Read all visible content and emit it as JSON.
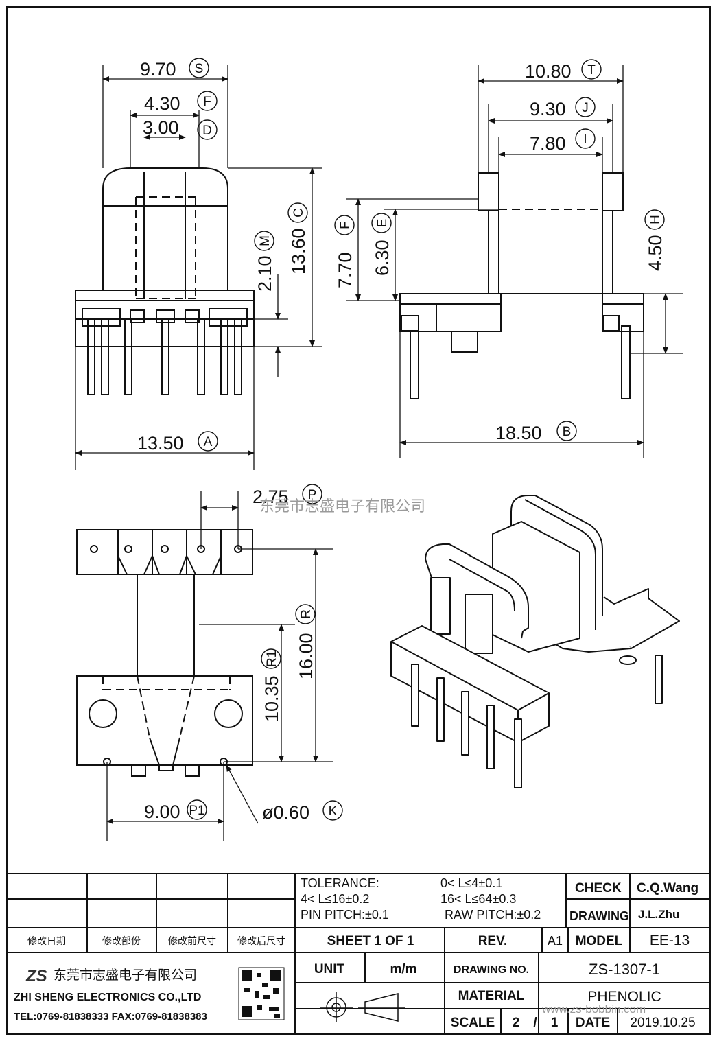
{
  "watermark": "东莞市志盛电子有限公司",
  "watermark_url": "www.zs-bobbin.com",
  "views": {
    "front": {
      "dims": {
        "s": "9.70",
        "s_tag": "S",
        "f": "4.30",
        "f_tag": "F",
        "d": "3.00",
        "d_tag": "D",
        "c": "13.60",
        "c_tag": "C",
        "m": "2.10",
        "m_tag": "M",
        "a": "13.50",
        "a_tag": "A"
      }
    },
    "side": {
      "dims": {
        "t": "10.80",
        "t_tag": "T",
        "j": "9.30",
        "j_tag": "J",
        "i": "7.80",
        "i_tag": "I",
        "f": "7.70",
        "f_tag": "F",
        "e": "6.30",
        "e_tag": "E",
        "h": "4.50",
        "h_tag": "H",
        "b": "18.50",
        "b_tag": "B"
      }
    },
    "bottom": {
      "dims": {
        "p": "2.75",
        "p_tag": "P",
        "r": "16.00",
        "r_tag": "R",
        "r1": "10.35",
        "r1_tag": "R1",
        "p1": "9.00",
        "p1_tag": "P1",
        "k": "ø0.60",
        "k_tag": "K"
      }
    }
  },
  "title_block": {
    "tolerance_label": "TOLERANCE:",
    "tol_1": "0< L≤4±0.1",
    "tol_2": "4< L≤16±0.2",
    "tol_3": "16< L≤64±0.3",
    "pin_pitch": "PIN PITCH:±0.1",
    "raw_pitch": "RAW PITCH:±0.2",
    "check_label": "CHECK",
    "check_value": "C.Q.Wang",
    "drawing_label": "DRAWING",
    "drawing_value": "J.L.Zhu",
    "rev_cols": [
      "修改日期",
      "修改部份",
      "修改前尺寸",
      "修改后尺寸"
    ],
    "sheet": "SHEET 1 OF 1",
    "rev_label": "REV.",
    "rev_value": "A1",
    "model_label": "MODEL",
    "model_value": "EE-13",
    "unit_label": "UNIT",
    "unit_value": "m/m",
    "drawing_no_label": "DRAWING NO.",
    "drawing_no_value": "ZS-1307-1",
    "material_label": "MATERIAL",
    "material_value": "PHENOLIC",
    "scale_label": "SCALE",
    "scale_a": "2",
    "scale_sep": "/",
    "scale_b": "1",
    "date_label": "DATE",
    "date_value": "2019.10.25",
    "company_logo": "ZS",
    "company_cn": "东莞市志盛电子有限公司",
    "company_en": "ZHI SHENG ELECTRONICS CO.,LTD",
    "company_tel": "TEL:0769-81838333 FAX:0769-81838383"
  }
}
